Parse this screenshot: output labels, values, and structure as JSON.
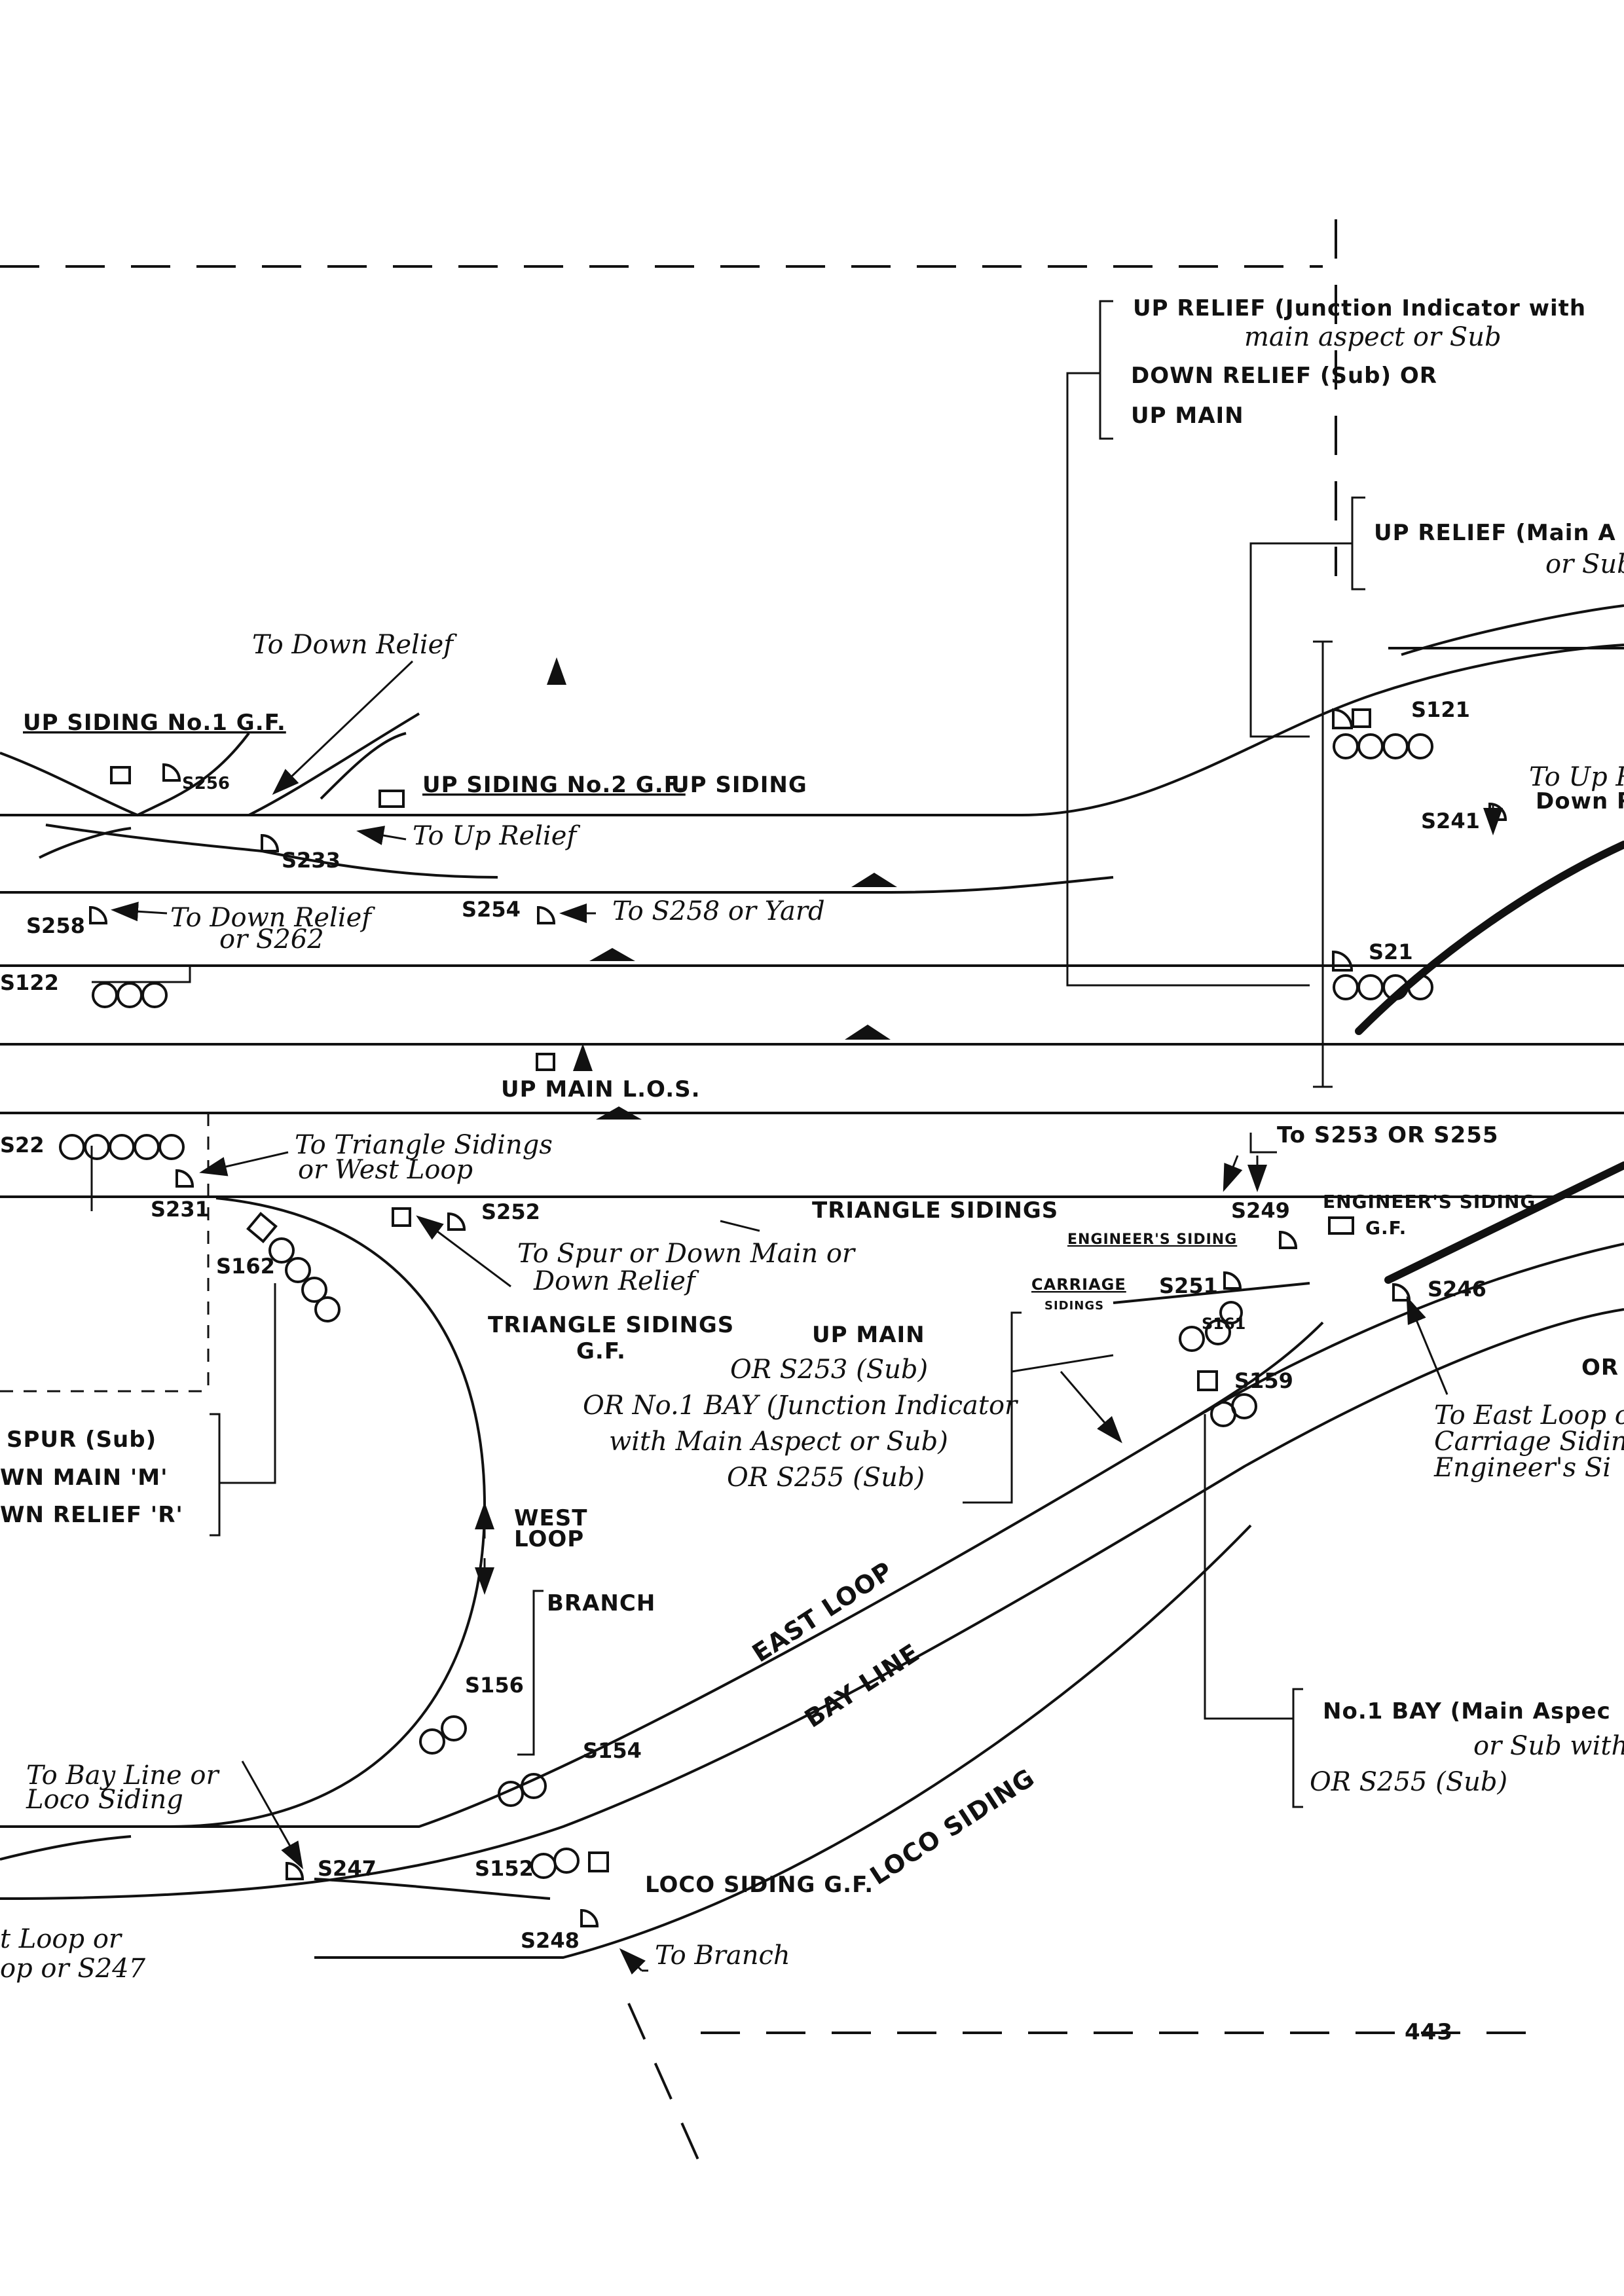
{
  "labels": {
    "up_relief_junction": "UP RELIEF (Junction Indicator with",
    "main_aspect_or_sub": "main aspect or Sub",
    "down_relief_sub_or": "DOWN RELIEF (Sub) OR",
    "up_main": "UP MAIN",
    "up_relief_main": "UP RELIEF (Main A",
    "or_sub_short": "or Sub",
    "to_down_relief_top": "To Down Relief",
    "up_siding_no1": "UP SIDING No.1 G.F.",
    "up_siding_no2": "UP SIDING No.2 G.F.",
    "up_siding": "UP SIDING",
    "to_up_relief": "To Up Relief",
    "to_up_r": "To Up R",
    "down_r": "Down R",
    "to_down_relief_or": "To Down Relief",
    "or_s262": "or S262",
    "to_s258_or_yard": "To S258 or Yard",
    "up_main_los": "UP MAIN L.O.S.",
    "to_triangle_sidings": "To Triangle Sidings",
    "or_west_loop": "or West Loop",
    "to_s253_or_s255": "To S253 OR S255",
    "triangle_sidings": "TRIANGLE SIDINGS",
    "engineers_siding_gf": "ENGINEER'S SIDING",
    "gf": "G.F.",
    "engineers_siding": "ENGINEER'S SIDING",
    "carriage": "CARRIAGE",
    "sidings": "SIDINGS",
    "to_spur": "To Spur or Down Main or",
    "down_relief": "Down Relief",
    "triangle_sidings_gf": "TRIANGLE SIDINGS",
    "triangle_gf": "G.F.",
    "up_main_or": "UP MAIN",
    "or_s253_sub": "OR S253 (Sub)",
    "or_no1_bay": "OR No.1 BAY (Junction Indicator",
    "with_main_aspect": "with Main Aspect or Sub)",
    "or_s255_sub": "OR S255 (Sub)",
    "or_right": "OR",
    "to_east_loop": "To East Loop o",
    "carriage_sidin": "Carriage Sidin",
    "engineers_si": "Engineer's Si",
    "spur_sub": "SPUR (Sub)",
    "down_main_m": "WN MAIN 'M'",
    "down_relief_r": "WN RELIEF 'R'",
    "west_loop_1": "WEST",
    "west_loop_2": "LOOP",
    "branch": "BRANCH",
    "east_loop": "EAST LOOP",
    "bay_line": "BAY LINE",
    "loco_siding": "LOCO SIDING",
    "no1_bay_main": "No.1 BAY (Main Aspec",
    "or_sub_with": "or Sub with",
    "or_s255_sub_b": "OR S255 (Sub)",
    "to_bay_line": "To Bay Line or",
    "loco_siding_hand": "Loco Siding",
    "loco_siding_gf": "LOCO SIDING G.F.",
    "to_branch": "To Branch",
    "east_loop_or": "t Loop or",
    "loop_or_s247": "op or S247",
    "page_number": "443"
  },
  "signals": {
    "s121": "S121",
    "s241": "S241",
    "s21": "S21",
    "s256": "S256",
    "s233": "S233",
    "s258": "S258",
    "s254": "S254",
    "s122": "S122",
    "s22": "S22",
    "s231": "S231",
    "s162": "S162",
    "s252": "S252",
    "s249": "S249",
    "s251": "S251",
    "s161": "S161",
    "s159": "S159",
    "s246": "S246",
    "s156": "S156",
    "s154": "S154",
    "s152": "S152",
    "s247": "S247",
    "s248": "S248"
  }
}
